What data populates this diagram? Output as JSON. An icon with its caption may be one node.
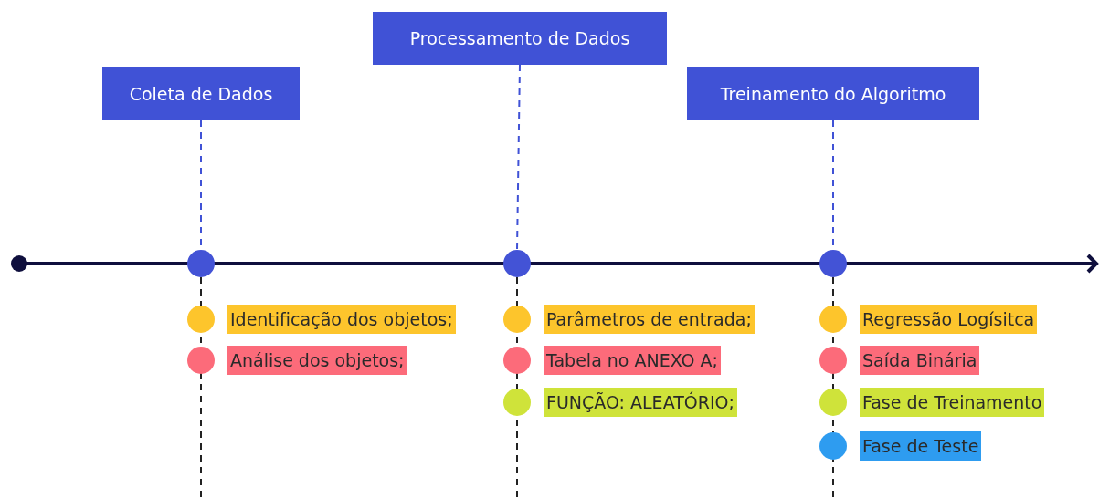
{
  "diagram": {
    "nodes": [
      {
        "text": [
          "Coleta de Dados"
        ]
      },
      {
        "text": [
          "Processamento de Dados"
        ]
      },
      {
        "text": [
          "Treinamento do Algoritmo"
        ]
      },
      {
        "text": [],
        "shape": "circle"
      },
      {
        "text": [],
        "shape": "circle"
      },
      {
        "text": [],
        "shape": "circle"
      },
      {
        "text": [
          "Identificação dos objetos;"
        ]
      },
      {
        "text": [
          "Análise dos objetos;"
        ]
      },
      {
        "text": [
          "Parâmetros de entrada;"
        ]
      },
      {
        "text": [
          "Tabela no ANEXO A;"
        ]
      },
      {
        "text": [
          "FUNÇÃO: ALEATÓRIO;"
        ]
      },
      {
        "text": [
          "Regressão Logísitca"
        ]
      },
      {
        "text": [
          "Saída Binária"
        ]
      },
      {
        "text": [
          "Fase de Treinamento"
        ]
      },
      {
        "text": [
          "Fase de Teste"
        ]
      }
    ],
    "edges": [
      {
        "from": 0,
        "to": 3,
        "arrow": "none",
        "style": "dashed"
      },
      {
        "from": 1,
        "to": 4,
        "arrow": "none",
        "style": "dashed"
      },
      {
        "from": 2,
        "to": 5,
        "arrow": "none",
        "style": "dashed"
      }
    ]
  }
}
